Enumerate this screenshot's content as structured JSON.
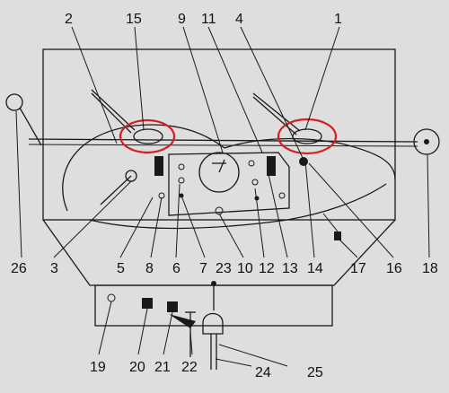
{
  "diagram": {
    "labels": [
      "1",
      "2",
      "3",
      "4",
      "5",
      "6",
      "7",
      "8",
      "9",
      "10",
      "11",
      "12",
      "13",
      "14",
      "15",
      "16",
      "17",
      "18",
      "19",
      "20",
      "21",
      "22",
      "23",
      "24",
      "25",
      "26"
    ],
    "highlight_color": "#d42020",
    "line_color": "#1a1a1a",
    "background_color": "#dedede"
  }
}
